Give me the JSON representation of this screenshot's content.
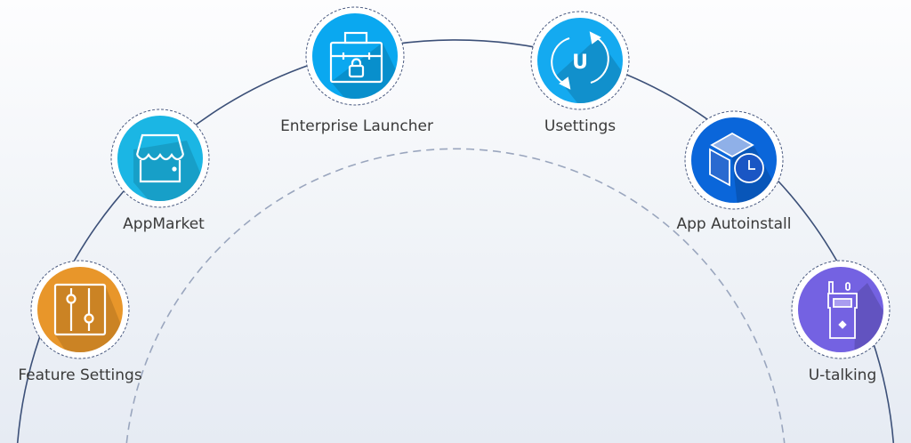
{
  "nodes": [
    {
      "label": "Feature Settings",
      "icon": "sliders-icon",
      "color": "#e8962a"
    },
    {
      "label": "AppMarket",
      "icon": "storefront-icon",
      "color": "#1bb6e4"
    },
    {
      "label": "Enterprise Launcher",
      "icon": "locked-briefcase-icon",
      "color": "#0aa8f0"
    },
    {
      "label": "Usettings",
      "icon": "sync-u-icon",
      "color": "#14aaf0"
    },
    {
      "label": "App Autoinstall",
      "icon": "box-clock-icon",
      "color": "#0a66da"
    },
    {
      "label": "U-talking",
      "icon": "walkie-talkie-icon",
      "color": "#7462e2"
    }
  ]
}
